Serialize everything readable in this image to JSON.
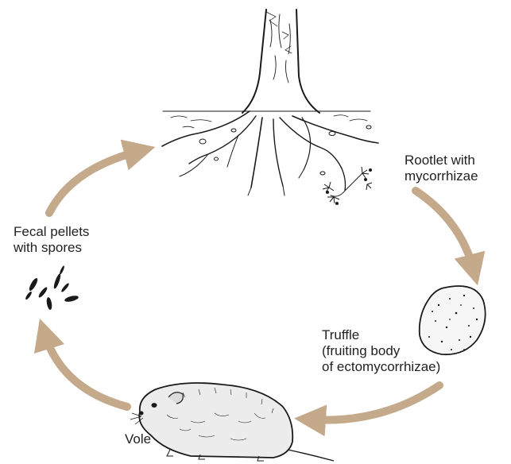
{
  "labels": {
    "rootlet": [
      "Rootlet with",
      "mycorrhizae"
    ],
    "fecal": [
      "Fecal pellets",
      "with spores"
    ],
    "truffle": [
      "Truffle",
      "(fruiting body",
      "of ectomycorrhizae)"
    ],
    "vole": "Vole"
  },
  "colors": {
    "arrow": "#c4a98a",
    "ink": "#1a1a1a"
  }
}
